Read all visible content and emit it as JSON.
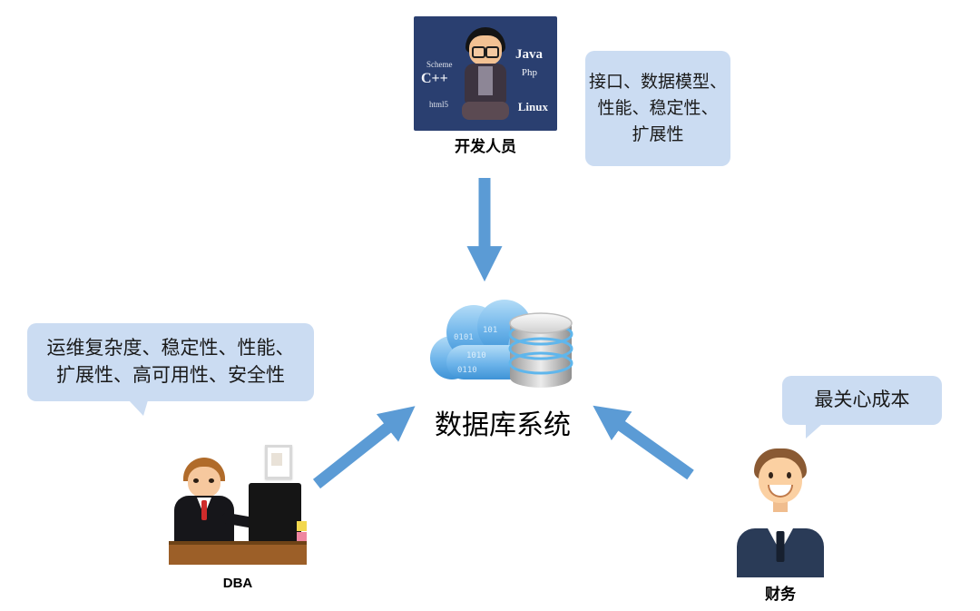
{
  "colors": {
    "bubble_fill": "#cbdcf2",
    "arrow_blue": "#5b9bd5",
    "developer_image_bg": "#2a3f70"
  },
  "center": {
    "label": "数据库系统",
    "binary": [
      "0101",
      "1010",
      "0110",
      "101"
    ]
  },
  "developer": {
    "label": "开发人员",
    "bubble_lines": [
      "接口、数据模型、",
      "性能、稳定性、",
      "扩展性"
    ],
    "image_words": {
      "scheme": "Scheme",
      "cpp": "C++",
      "html5": "html5",
      "java": "Java",
      "php": "Php",
      "linux": "Linux"
    }
  },
  "dba": {
    "label": "DBA",
    "bubble_lines": [
      "运维复杂度、稳定性、性能、",
      "扩展性、高可用性、安全性"
    ]
  },
  "finance": {
    "label": "财务",
    "bubble_lines": [
      "最关心成本"
    ]
  }
}
